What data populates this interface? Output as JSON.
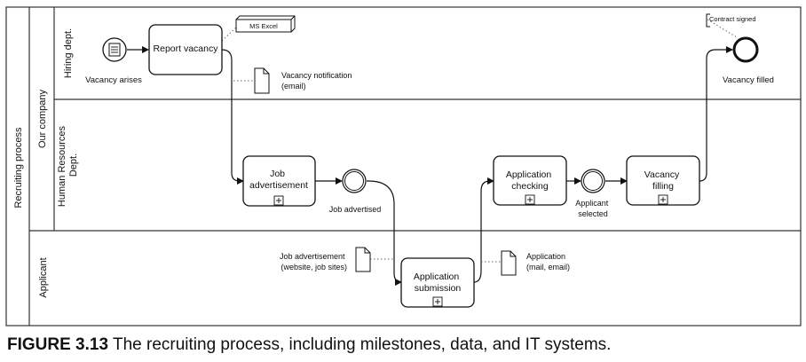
{
  "pool": {
    "label": "Recruiting process"
  },
  "lanes": {
    "our_company": "Our company",
    "hiring_dept": "Hiring dept.",
    "hr_dept": [
      "Human Resources",
      "Dept."
    ],
    "applicant": "Applicant"
  },
  "events": {
    "start": "Vacancy arises",
    "job_advertised": "Job advertised",
    "applicant_selected": [
      "Applicant",
      "selected"
    ],
    "end": "Vacancy filled"
  },
  "tasks": {
    "report_vacancy": [
      "Report vacancy"
    ],
    "job_advertisement": [
      "Job",
      "advertisement"
    ],
    "application_submission": [
      "Application",
      "submission"
    ],
    "application_checking": [
      "Application",
      "checking"
    ],
    "vacancy_filling": [
      "Vacancy",
      "filling"
    ]
  },
  "artifacts": {
    "ms_excel": "MS Excel",
    "vacancy_notification": [
      "Vacancy notification",
      "(email)"
    ],
    "job_ad_doc": [
      "Job advertisement",
      "(website, job sites)"
    ],
    "application_doc": [
      "Application",
      "(mail, email)"
    ],
    "contract_signed": "Contract signed"
  },
  "caption": {
    "figure": "FIGURE 3.13",
    "text": "The recruiting process, including milestones, data, and IT systems."
  }
}
